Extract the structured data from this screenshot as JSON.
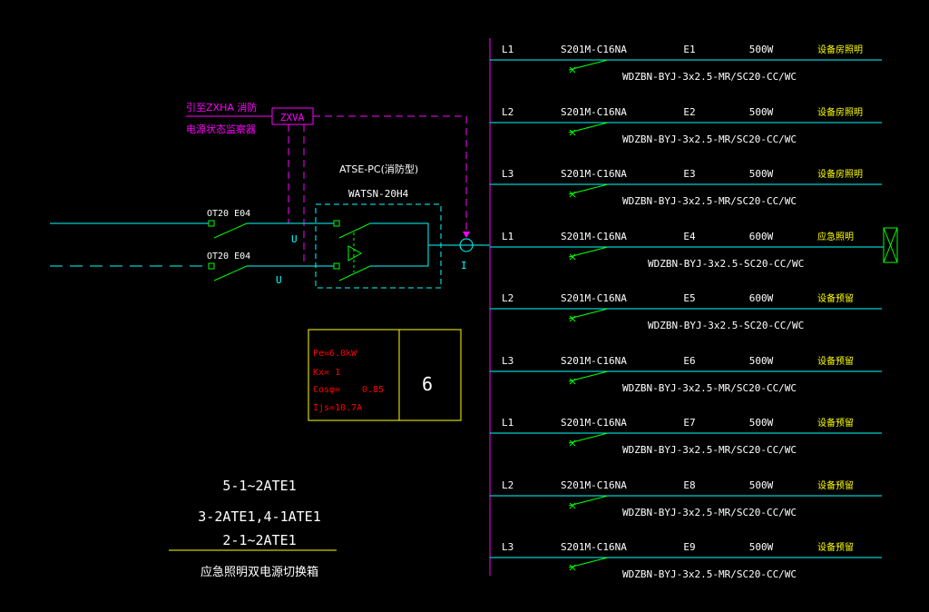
{
  "colors": {
    "background": "#000000",
    "cyan": "#00ffff",
    "green": "#00ff00",
    "magenta": "#ff00ff",
    "yellow": "#ffff00",
    "red": "#ff0000",
    "white": "#ffffff"
  },
  "monitor": {
    "note_line1": "引至ZXHA 消防",
    "note_line2": "电源状态监察器",
    "box_label": "ZXVA"
  },
  "incoming": [
    {
      "label": "OT20 E04",
      "voltage_mark": "U"
    },
    {
      "label": "OT20 E04",
      "voltage_mark": "U"
    }
  ],
  "atse": {
    "title": "ATSE-PC(消防型)",
    "model": "WATSN-20H4",
    "current_mark": "I"
  },
  "load_calc": {
    "pe": "Pe=6.0kW",
    "kx": "Kx=   1",
    "cos_label": "Cosφ=",
    "cos_value": "0.85",
    "ijs": "Ijs=10.7A",
    "box_number": "6"
  },
  "panel_title": {
    "line1": "5-1~2ATE1",
    "line2": "3-2ATE1,4-1ATE1",
    "line3": "2-1~2ATE1",
    "name": "应急照明双电源切换箱"
  },
  "circuits": [
    {
      "phase": "L1",
      "breaker": "S201M-C16NA",
      "id": "E1",
      "power": "500W",
      "use": "设备房照明",
      "cable": "WDZBN-BYJ-3x2.5-MR/SC20-CC/WC"
    },
    {
      "phase": "L2",
      "breaker": "S201M-C16NA",
      "id": "E2",
      "power": "500W",
      "use": "设备房照明",
      "cable": "WDZBN-BYJ-3x2.5-MR/SC20-CC/WC"
    },
    {
      "phase": "L3",
      "breaker": "S201M-C16NA",
      "id": "E3",
      "power": "500W",
      "use": "设备房照明",
      "cable": "WDZBN-BYJ-3x2.5-MR/SC20-CC/WC"
    },
    {
      "phase": "L1",
      "breaker": "S201M-C16NA",
      "id": "E4",
      "power": "600W",
      "use": "应急照明",
      "cable": "WDZBN-BYJ-3x2.5-SC20-CC/WC"
    },
    {
      "phase": "L2",
      "breaker": "S201M-C16NA",
      "id": "E5",
      "power": "600W",
      "use": "设备预留",
      "cable": "WDZBN-BYJ-3x2.5-SC20-CC/WC"
    },
    {
      "phase": "L3",
      "breaker": "S201M-C16NA",
      "id": "E6",
      "power": "500W",
      "use": "设备预留",
      "cable": "WDZBN-BYJ-3x2.5-MR/SC20-CC/WC"
    },
    {
      "phase": "L1",
      "breaker": "S201M-C16NA",
      "id": "E7",
      "power": "500W",
      "use": "设备预留",
      "cable": "WDZBN-BYJ-3x2.5-MR/SC20-CC/WC"
    },
    {
      "phase": "L2",
      "breaker": "S201M-C16NA",
      "id": "E8",
      "power": "500W",
      "use": "设备预留",
      "cable": "WDZBN-BYJ-3x2.5-MR/SC20-CC/WC"
    },
    {
      "phase": "L3",
      "breaker": "S201M-C16NA",
      "id": "E9",
      "power": "500W",
      "use": "设备预留",
      "cable": "WDZBN-BYJ-3x2.5-MR/SC20-CC/WC"
    }
  ]
}
